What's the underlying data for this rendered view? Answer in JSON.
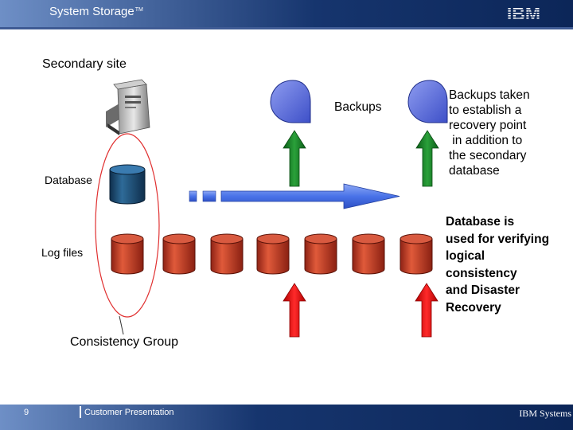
{
  "header": {
    "title": "System Storage",
    "trademark": "TM",
    "logo_text": "IBM",
    "colors": {
      "bar_start": "#6e8fc6",
      "bar_end": "#0c2658",
      "text": "#ffffff"
    }
  },
  "diagram": {
    "site_label": "Secondary site",
    "backups_label": "Backups",
    "database_label": "Database",
    "log_files_label": "Log files",
    "consistency_group_label": "Consistency Group",
    "backup_description": "Backups taken\nto establish a\nrecovery point\n in addition to\nthe secondary\ndatabase",
    "database_description": "Database is\nused for verifying\nlogical\nconsistency\nand Disaster\nRecovery",
    "icons": [
      "server-icon",
      "database-cylinder-icon",
      "log-file-cylinder-icon",
      "backup-bubble-icon",
      "up-arrow-icon",
      "flow-arrow-icon"
    ],
    "colors": {
      "database": "#1c4b73",
      "log_files": "#c0392b",
      "backup_bubble": "#5b6fd6",
      "green_arrow": "#1e8c2a",
      "red_arrow": "#e01010",
      "flow_arrow": "#4a73e8",
      "group_outline": "#e03030"
    }
  },
  "footer": {
    "page_number": "9",
    "left_text": "Customer Presentation",
    "right_text": "IBM Systems"
  }
}
